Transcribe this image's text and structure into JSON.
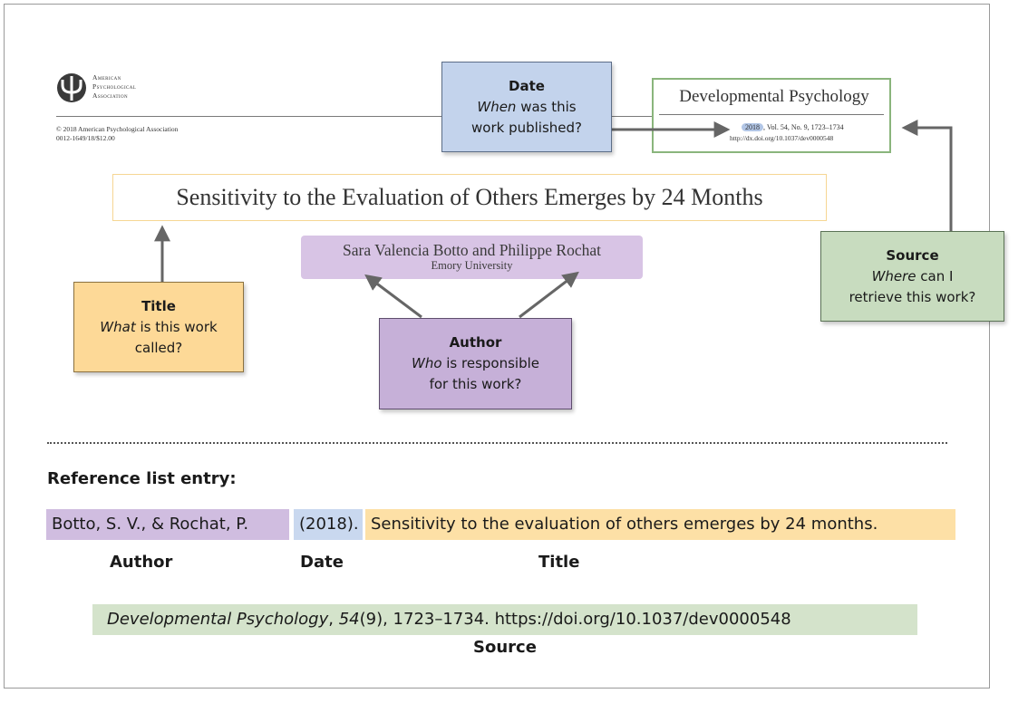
{
  "header": {
    "publisher_lines": [
      "American",
      "Psychological",
      "Association"
    ],
    "copyright_line": "© 2018 American Psychological Association",
    "issn_line": "0012-1649/18/$12.00"
  },
  "journal": {
    "name": "Developmental Psychology",
    "year": "2018",
    "volume_pages": ", Vol. 54, No. 9, 1723–1734",
    "doi_url": "http://dx.doi.org/10.1037/dev0000548"
  },
  "article": {
    "title": "Sensitivity to the Evaluation of Others Emerges by 24 Months",
    "authors": "Sara Valencia Botto and Philippe Rochat",
    "affiliation": "Emory University"
  },
  "callouts": {
    "date": {
      "heading": "Date",
      "question_em": "When",
      "question_rest_1": " was this",
      "question_rest_2": "work published?"
    },
    "title": {
      "heading": "Title",
      "question_em": "What",
      "question_rest_1": " is this work",
      "question_rest_2": "called?"
    },
    "author": {
      "heading": "Author",
      "question_em": "Who",
      "question_rest_1": " is responsible",
      "question_rest_2": "for this work?"
    },
    "source": {
      "heading": "Source",
      "question_em": "Where",
      "question_rest_1": " can I",
      "question_rest_2": "retrieve this work?"
    }
  },
  "reference": {
    "heading": "Reference list entry:",
    "author_text": "Botto, S. V., & Rochat, P.",
    "date_text": "(2018).",
    "title_text": "Sensitivity to the evaluation of others emerges by 24 months.",
    "source_journal": "Developmental Psychology",
    "source_sep1": ", ",
    "source_volume": "54",
    "source_rest": "(9), 1723–1734. https://doi.org/10.1037/dev0000548",
    "labels": {
      "author": "Author",
      "date": "Date",
      "title": "Title",
      "source": "Source"
    }
  },
  "colors": {
    "author": "#c6b0d8",
    "date": "#c3d3ec",
    "title": "#fdd997",
    "source": "#c8dcbf"
  }
}
